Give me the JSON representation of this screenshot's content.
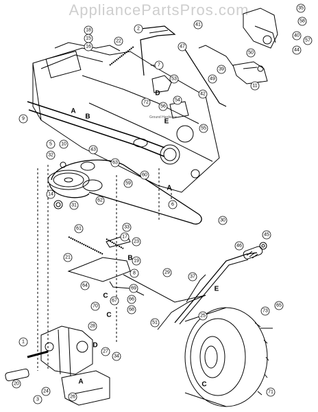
{
  "watermark": "AppliancePartsPros.com",
  "stamp_text": "Ground Hardware",
  "callouts": [
    "1",
    "2",
    "3",
    "5",
    "6",
    "7",
    "8",
    "9",
    "10",
    "11",
    "14",
    "15",
    "16",
    "17",
    "18",
    "19",
    "20",
    "21",
    "22",
    "23",
    "24",
    "25",
    "26",
    "27",
    "28",
    "29",
    "30",
    "31",
    "32",
    "33",
    "34",
    "35",
    "37",
    "39",
    "40",
    "41",
    "42",
    "43",
    "44",
    "45",
    "46",
    "47",
    "49",
    "50",
    "51",
    "53",
    "54",
    "55",
    "56",
    "57",
    "58",
    "59",
    "60",
    "61",
    "62",
    "63",
    "64",
    "65",
    "66",
    "67",
    "68",
    "69",
    "70",
    "71",
    "72",
    "73"
  ],
  "letters": [
    "A",
    "B",
    "C",
    "D",
    "E"
  ]
}
